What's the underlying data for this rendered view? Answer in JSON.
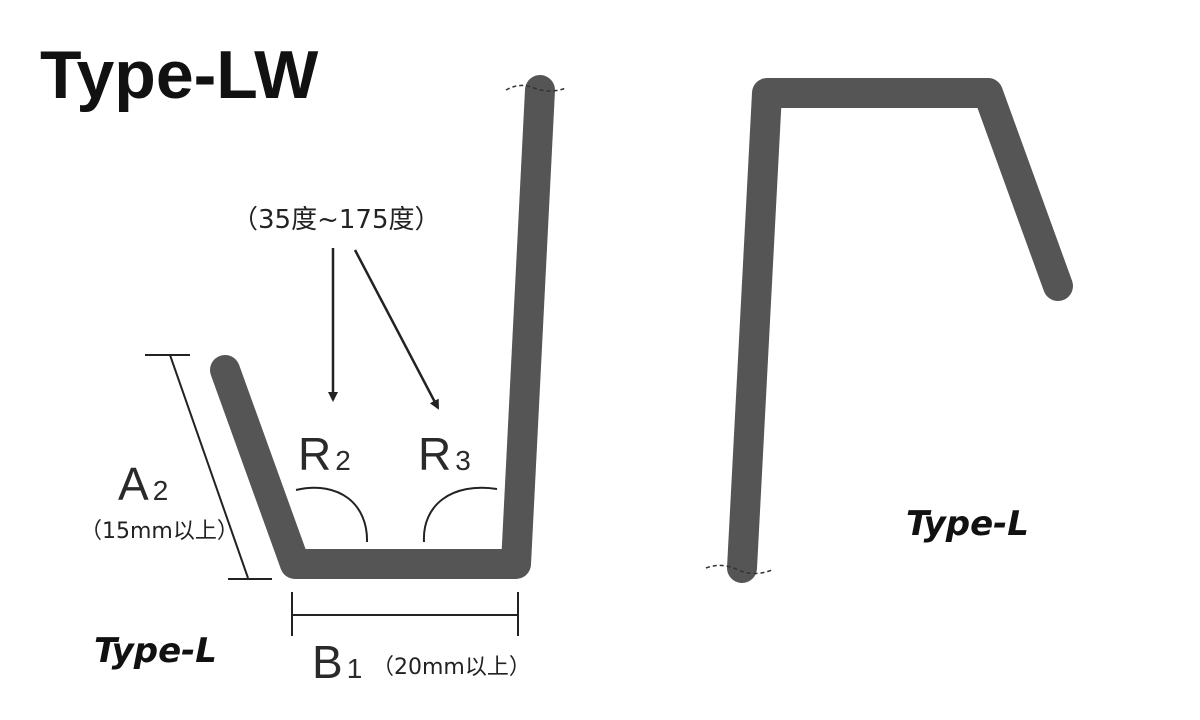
{
  "title": "Type-LW",
  "angle_range": "（35度~175度）",
  "labels": {
    "r2_letter": "R",
    "r2_sub": "2",
    "r3_letter": "R",
    "r3_sub": "3",
    "a2_letter": "A",
    "a2_sub": "2",
    "a2_note": "（15mm以上）",
    "b1_letter": "B",
    "b1_sub": "1",
    "b1_note": "（20mm以上）"
  },
  "type_tags": {
    "left": "Type-L",
    "right": "Type-L"
  },
  "colors": {
    "profile": "#555555",
    "ink": "#222222"
  }
}
